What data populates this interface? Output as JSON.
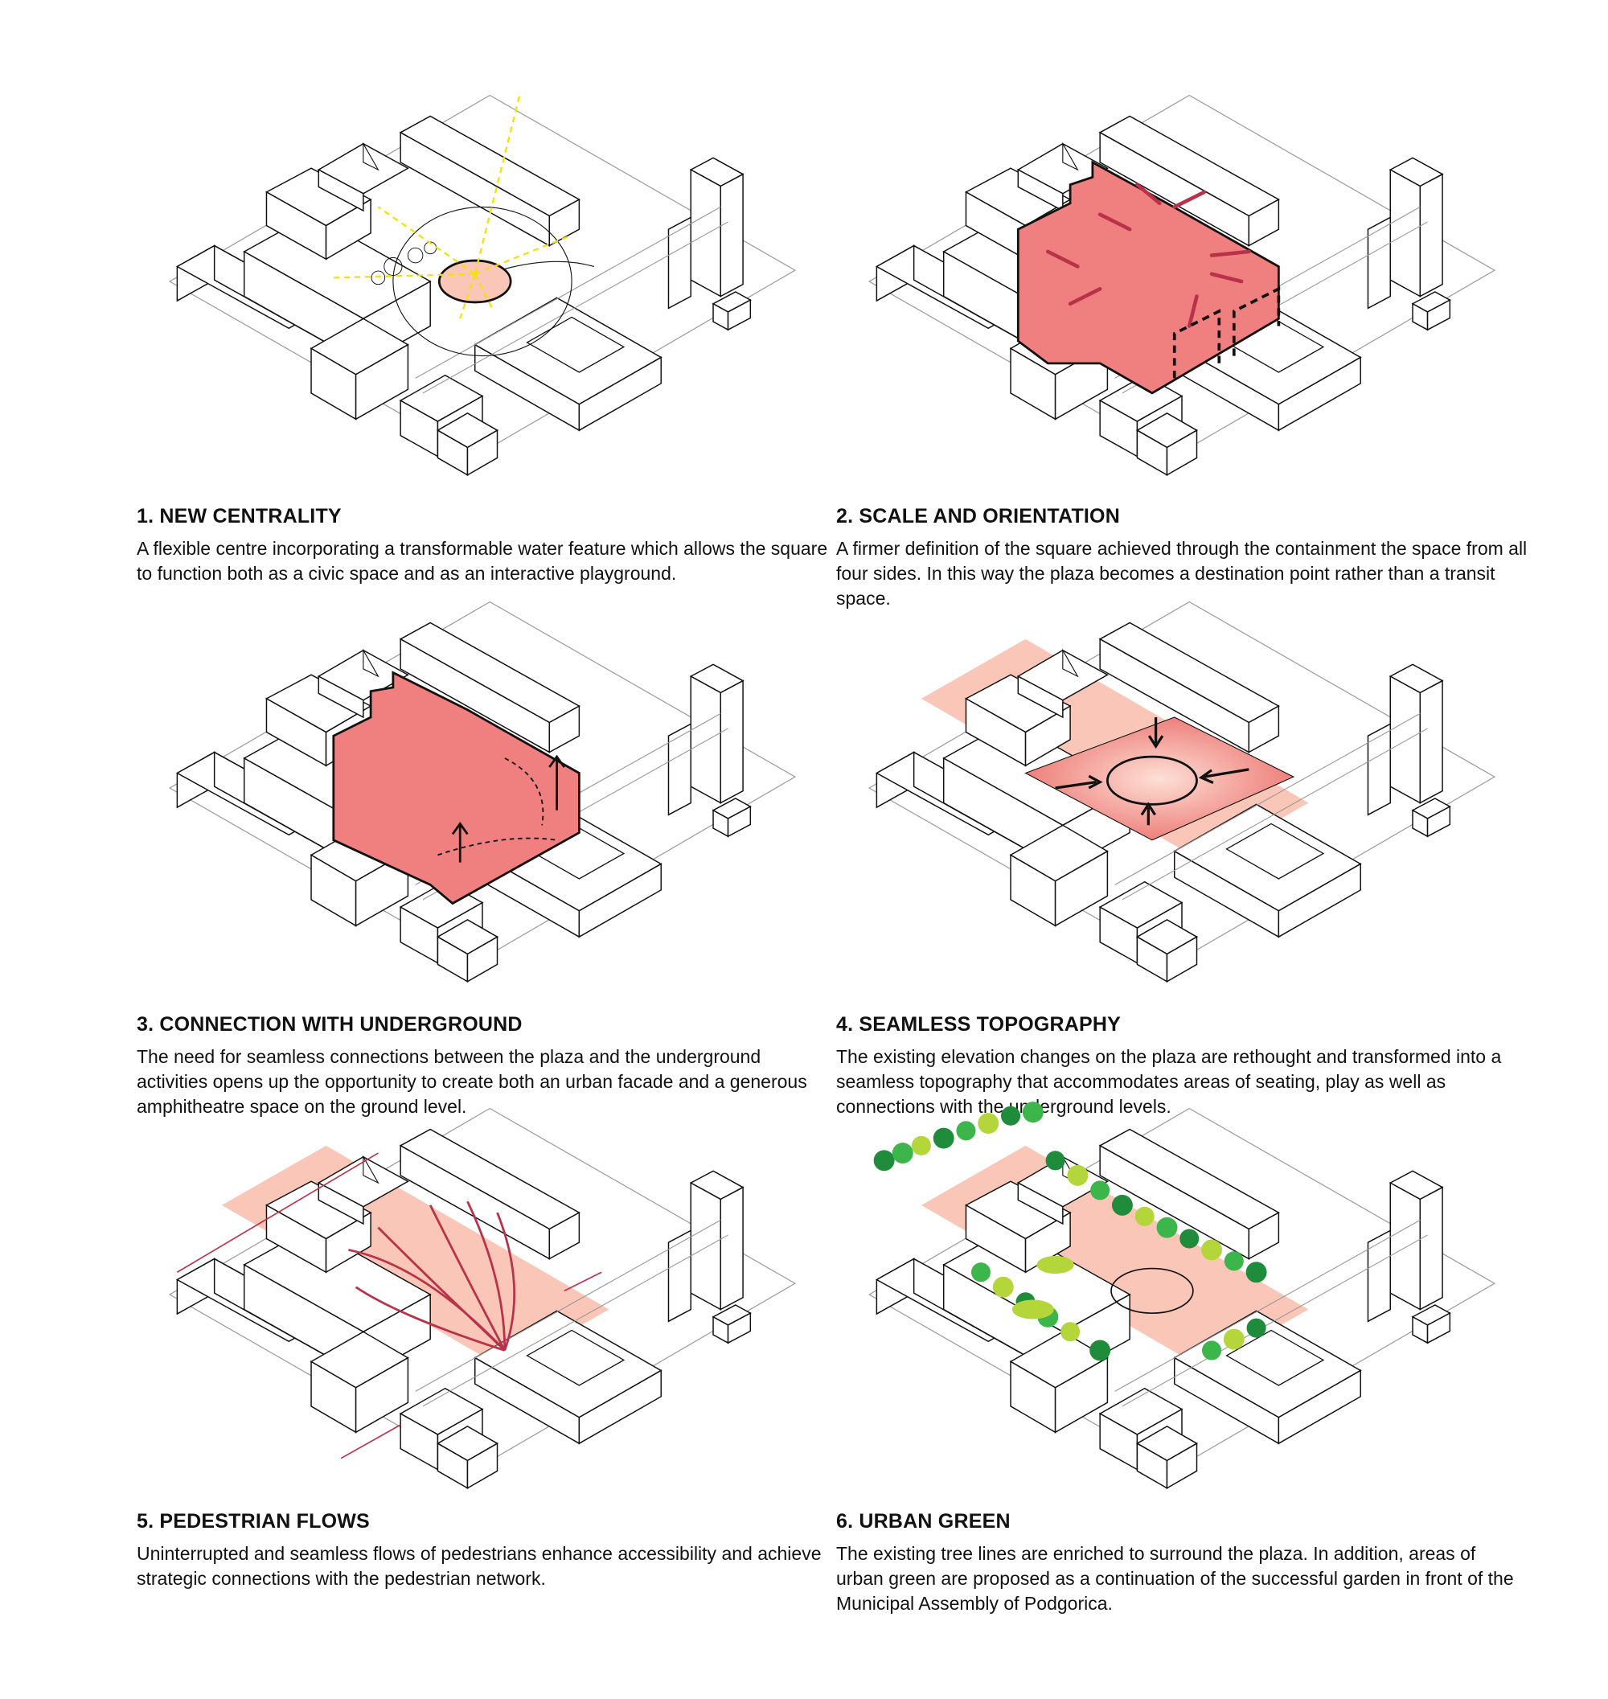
{
  "colors": {
    "plaza_red": "#f08080",
    "plaza_pink": "#f9c6b7",
    "arrow_crimson": "#b8324a",
    "path_yellow": "#f5e10a",
    "tree_dark": "#1e8c3a",
    "tree_mid": "#3cb64a",
    "tree_light": "#b5d63a",
    "line": "#111111",
    "ground": "#999999"
  },
  "panels": [
    {
      "id": 1,
      "title": "1. NEW CENTRALITY",
      "body": "A flexible centre incorporating a transformable water feature which allows the square to function both as a civic space and as an interactive playground.",
      "illustration": "isometric-city-block-water-feature"
    },
    {
      "id": 2,
      "title": "2. SCALE AND ORIENTATION",
      "body": "A firmer definition of the square achieved through the containment the space from all four sides. In this way the plaza becomes a destination point rather than a transit space.",
      "illustration": "isometric-city-block-containment"
    },
    {
      "id": 3,
      "title": "3. CONNECTION WITH UNDERGROUND",
      "body": "The need for seamless connections between the plaza and the underground activities opens up the opportunity to create both an urban facade and a generous amphitheatre space on the ground level.",
      "illustration": "isometric-city-block-underground"
    },
    {
      "id": 4,
      "title": "4. SEAMLESS TOPOGRAPHY",
      "body": "The existing elevation changes on the plaza are rethought and transformed into a seamless topography that accommodates areas of seating, play as well as connections with the underground levels.",
      "illustration": "isometric-city-block-topography"
    },
    {
      "id": 5,
      "title": "5. PEDESTRIAN FLOWS",
      "body": "Uninterrupted and seamless flows of pedestrians enhance accessibility and achieve strategic connections with the pedestrian network.",
      "illustration": "isometric-city-block-pedestrian-flows"
    },
    {
      "id": 6,
      "title": "6. URBAN GREEN",
      "body": "The existing tree lines are enriched to surround the plaza. In addition, areas of urban green are proposed as a continuation of the successful garden in front of the Municipal Assembly of Podgorica.",
      "illustration": "isometric-city-block-urban-green"
    }
  ]
}
